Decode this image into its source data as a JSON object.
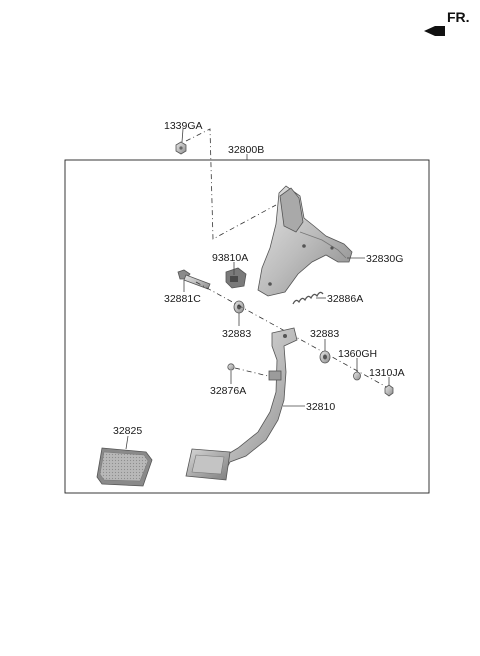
{
  "orientation": {
    "label": "FR."
  },
  "parts": {
    "p1339GA": "1339GA",
    "p32800B": "32800B",
    "p93810A": "93810A",
    "p32830G": "32830G",
    "p32881C": "32881C",
    "p32886A": "32886A",
    "p32883_left": "32883",
    "p32883_right": "32883",
    "p1360GH": "1360GH",
    "p1310JA": "1310JA",
    "p32876A": "32876A",
    "p32810": "32810",
    "p32825": "32825"
  },
  "colors": {
    "part_fill": "#c9c9c9",
    "part_dark": "#8f8f8f",
    "line": "#333333"
  }
}
